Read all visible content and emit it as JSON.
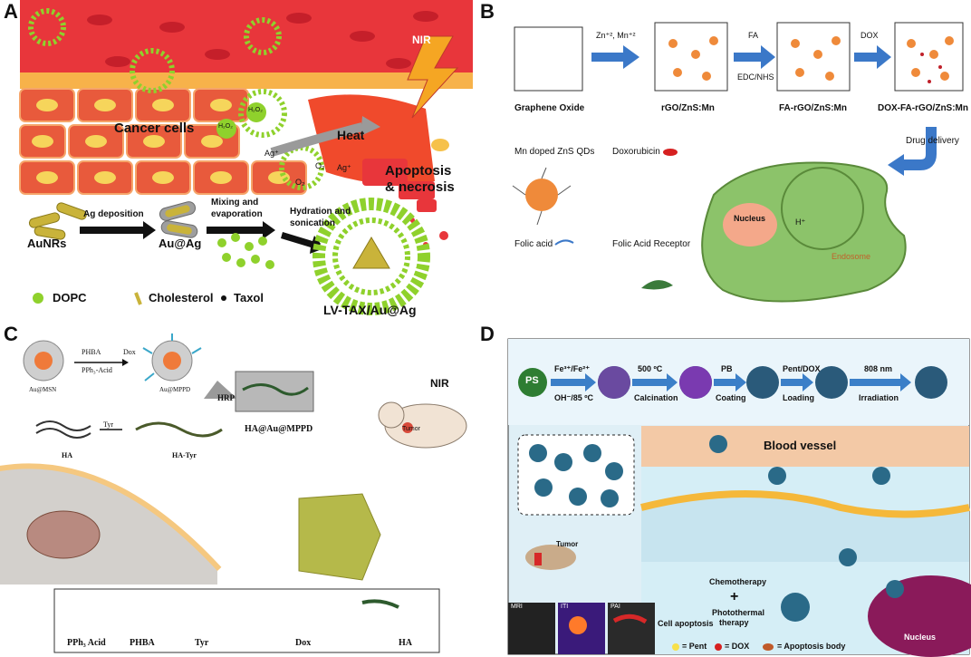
{
  "panels": {
    "A": {
      "label": "A",
      "cancer_cells": "Cancer cells",
      "nir": "NIR",
      "heat": "Heat",
      "h2o2_a": "H₂O₂",
      "h2o2_b": "H₂O₂",
      "ag_plus_a": "Ag⁺",
      "ag_plus_b": "Ag⁺",
      "o2_a": "O₂",
      "o2_b": "O₂",
      "apoptosis": "Apoptosis",
      "necrosis": "& necrosis",
      "ag_deposition": "Ag deposition",
      "mixing": "Mixing and",
      "evaporation": "evaporation",
      "hydration": "Hydration and",
      "sonication": "sonication",
      "aunrs": "AuNRs",
      "au_ag": "Au@Ag",
      "legend_dopc": "DOPC",
      "legend_cholesterol": "Cholesterol",
      "legend_taxol": "Taxol",
      "product": "LV-TAX/Au@Ag"
    },
    "B": {
      "label": "B",
      "graphene_oxide": "Graphene Oxide",
      "step1": "Zn⁺², Mn⁺²",
      "rgo": "rGO/ZnS:Mn",
      "step2_top": "FA",
      "step2_bottom": "EDC/NHS",
      "fa_rgo": "FA-rGO/ZnS:Mn",
      "step3": "DOX",
      "dox_fa_rgo": "DOX-FA-rGO/ZnS:Mn",
      "mn_qds": "Mn doped ZnS QDs",
      "doxorubicin": "Doxorubicin",
      "folic_acid": "Folic acid",
      "fa_receptor": "Folic Acid Receptor",
      "drug_delivery": "Drug delivery",
      "nucleus": "Nucleus",
      "endosome": "Endosome",
      "h_plus": "H⁺"
    },
    "C": {
      "label": "C",
      "phba": "PHBA",
      "pph3_acid_step": "PPh₃-Acid",
      "dox_step": "Dox",
      "au_msn": "Au@MSN",
      "au_mppd": "Au@MPPD",
      "hrp": "HRP",
      "ha_au_mppd": "HA@Au@MPPD",
      "ha": "HA",
      "tyr_step": "Tyr",
      "ha_tyr": "HA-Tyr",
      "nir": "NIR",
      "tumor": "Tumor",
      "legend": [
        "PPh₃ Acid",
        "PHBA",
        "Tyr",
        "Dox",
        "HA"
      ]
    },
    "D": {
      "label": "D",
      "ps": "PS",
      "step1_top": "Fe³⁺/Fe²⁺",
      "step1_bottom": "OH⁻/85 ºC",
      "step2_top": "500 ºC",
      "step2_bottom": "Calcination",
      "step3_top": "PB",
      "step3_bottom": "Coating",
      "step4_top": "Pent/DOX",
      "step4_bottom": "Loading",
      "step5_top": "808 nm",
      "step5_bottom": "Irradiation",
      "blood_vessel": "Blood vessel",
      "tumor": "Tumor",
      "chemotherapy": "Chemotherapy",
      "plus": "+",
      "photothermal_1": "Photothermal",
      "photothermal_2": "therapy",
      "cell_apoptosis": "Cell apoptosis",
      "nucleus": "Nucleus",
      "mri": "MRI",
      "iti": "ITI",
      "pai": "PAI",
      "legend_pent": "= Pent",
      "legend_dox": "= DOX",
      "legend_apoptosis": "= Apoptosis body"
    }
  },
  "colors": {
    "blood": "#e8363b",
    "cell": "#e85a3c",
    "lipid": "#8fd12c",
    "arrow_blue": "#3b78c8",
    "cell_green": "#8cc36a",
    "nucleus_pink": "#f4a88a",
    "dark_panel": "#1d3a5c",
    "vessel": "#f3c9a6"
  }
}
